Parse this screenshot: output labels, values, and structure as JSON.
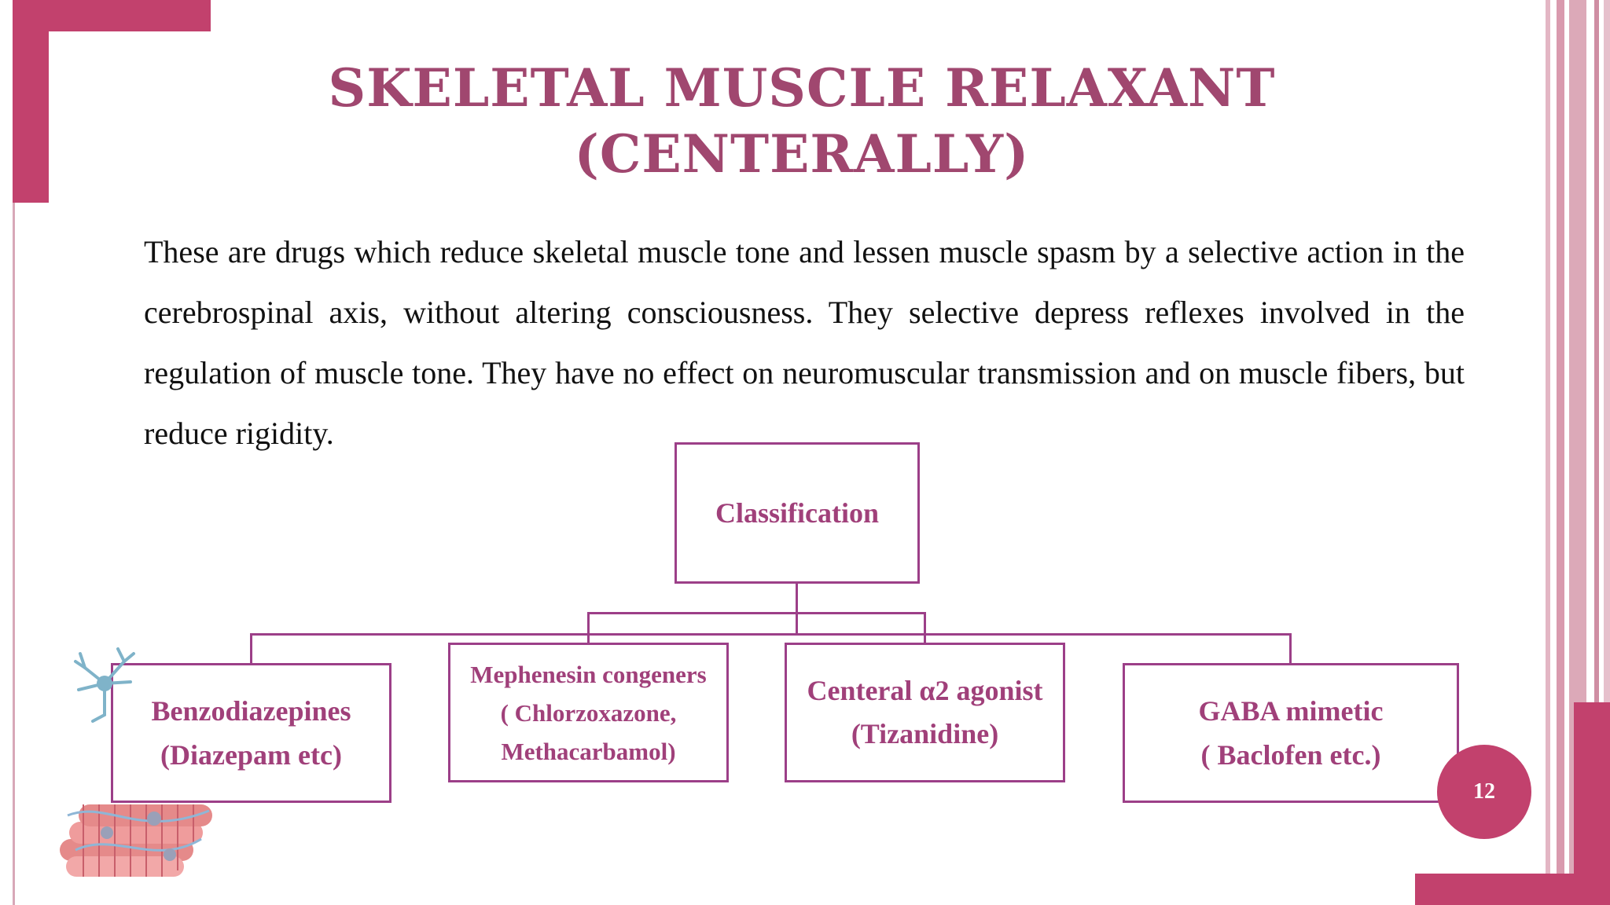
{
  "title": {
    "line1": "Skeletal muscle relaxant",
    "line2": "(Centerally)"
  },
  "body": {
    "paragraph": "These are drugs which reduce skeletal muscle tone and lessen muscle spasm by a selective action in the cerebrospinal axis, without altering consciousness. They selective depress reflexes involved in the regulation of muscle tone. They have no effect on neuromuscular transmission and on muscle fibers, but reduce rigidity."
  },
  "diagram": {
    "root": "Classification",
    "children": [
      {
        "line1": "Benzodiazepines",
        "line2": "(Diazepam etc)"
      },
      {
        "line1": "Mephenesin congeners",
        "line2": "( Chlorzoxazone,",
        "line3": "Methacarbamol)"
      },
      {
        "line1": "Centeral α2 agonist",
        "line2": "(Tizanidine)"
      },
      {
        "line1": "GABA mimetic",
        "line2": "( Baclofen etc.)"
      }
    ]
  },
  "page_number": "12",
  "colors": {
    "accent": "#c2416d",
    "title": "#a0476f",
    "node_border": "#9c3f88",
    "node_text": "#a0407a"
  },
  "icons": [
    "neuron-illustration",
    "muscle-fiber-illustration"
  ]
}
